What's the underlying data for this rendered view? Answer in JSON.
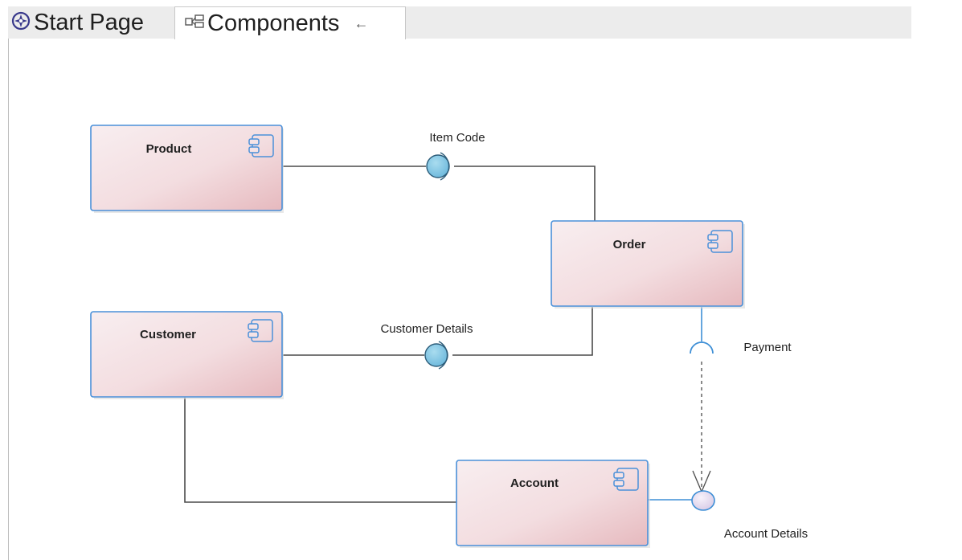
{
  "tabs": [
    {
      "label": "Start Page",
      "icon": "start-page-icon"
    },
    {
      "label": "Components",
      "icon": "component-diagram-icon",
      "pin_glyph": "←"
    }
  ],
  "diagram": {
    "components": [
      {
        "name": "Product"
      },
      {
        "name": "Order"
      },
      {
        "name": "Customer"
      },
      {
        "name": "Account"
      }
    ],
    "interfaces": [
      {
        "label": "Item Code"
      },
      {
        "label": "Customer Details"
      },
      {
        "label": "Payment"
      },
      {
        "label": "Account Details"
      }
    ],
    "colors": {
      "component_fill_start": "#f7ecee",
      "component_fill_end": "#e7bcc1",
      "component_border": "#4a90d9",
      "interface_fill": "#7ec4e2",
      "connector": "#4a4a4a",
      "required_interface": "#3e8fd6"
    }
  }
}
